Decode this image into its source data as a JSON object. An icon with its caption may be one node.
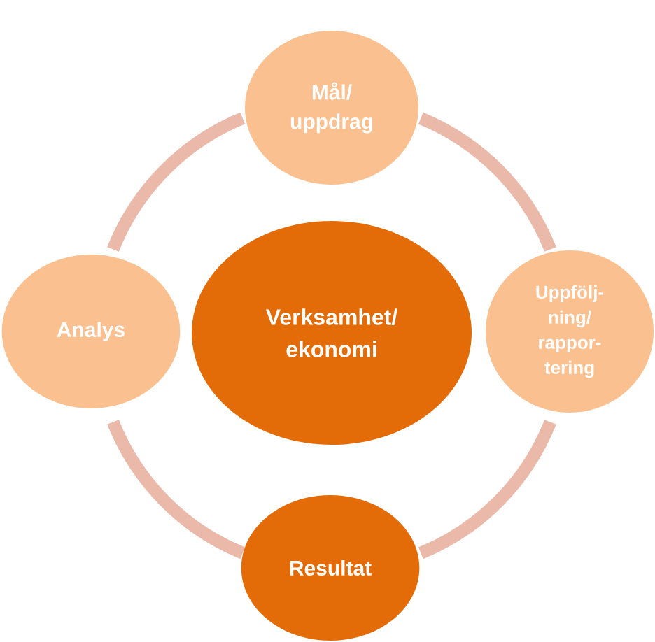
{
  "diagram": {
    "nodes": [
      {
        "text": [
          "Mål/ uppdrag"
        ]
      },
      {
        "text": [
          "Analys"
        ]
      },
      {
        "text": [
          "Verksamhet/ ekonomi"
        ]
      },
      {
        "text": [
          "Uppfölj- ning/ rappor- tering"
        ]
      },
      {
        "text": [
          "Resultat"
        ]
      }
    ],
    "edges": [
      {
        "from": 0,
        "to": 3,
        "arrow": "none"
      },
      {
        "from": 3,
        "to": 4,
        "arrow": "none"
      },
      {
        "from": 4,
        "to": 1,
        "arrow": "none"
      },
      {
        "from": 1,
        "to": 0,
        "arrow": "none"
      }
    ]
  }
}
